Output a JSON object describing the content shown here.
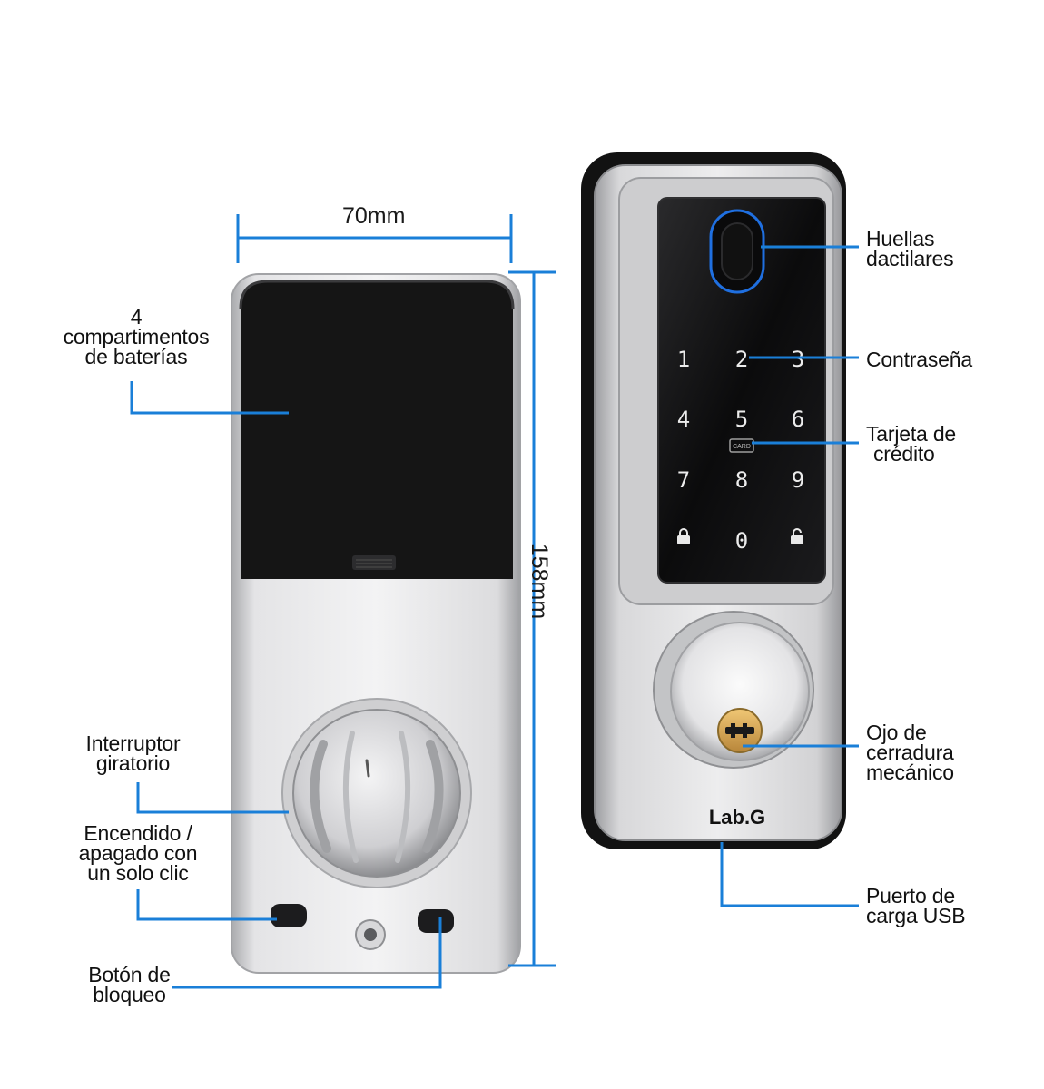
{
  "dimensions": {
    "width": "70mm",
    "height": "158mm"
  },
  "interior_labels": {
    "battery": [
      "4",
      "compartimentos",
      "de baterías"
    ],
    "rotary_switch": [
      "Interruptor",
      "giratorio"
    ],
    "one_click": [
      "Encendido /",
      "apagado con",
      "un solo clic"
    ],
    "lock_button": [
      "Botón de",
      "bloqueo"
    ]
  },
  "exterior_labels": {
    "fingerprint": [
      "Huellas",
      "dactilares"
    ],
    "password": [
      "Contraseña"
    ],
    "card": [
      "Tarjeta de",
      "crédito"
    ],
    "key_cylinder": [
      "Ojo de",
      "cerradura",
      "mecánico"
    ],
    "usb_port": [
      "Puerto de",
      "carga USB"
    ]
  },
  "keypad": [
    "1",
    "2",
    "3",
    "4",
    "5",
    "6",
    "7",
    "8",
    "9",
    "0"
  ],
  "card_text": "CARD",
  "brand": "Lab.G",
  "colors": {
    "callout": "#1a7fd8",
    "panel_black": "#151515",
    "silver": "#d6d6d8"
  },
  "icons": [
    "lock-icon",
    "unlock-icon",
    "fingerprint-sensor-icon"
  ]
}
